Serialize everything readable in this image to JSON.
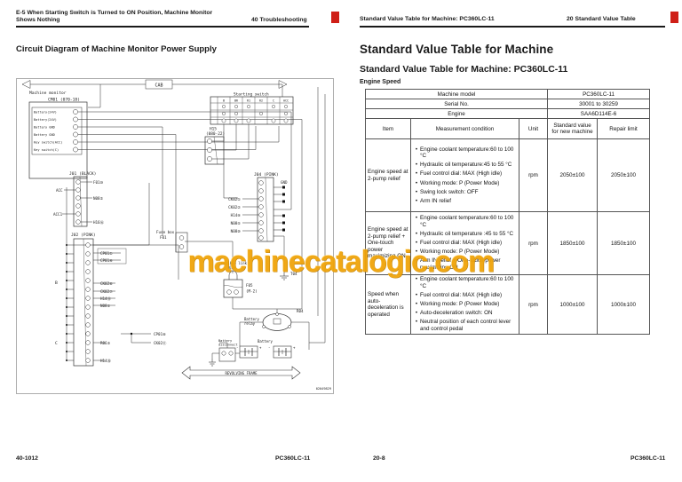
{
  "left_page": {
    "header": {
      "line1": "E-5 When Starting Switch is Turned to ON Position, Machine Monitor",
      "line2": "Shows Nothing",
      "right": "40 Troubleshooting"
    },
    "title": "Circuit Diagram of Machine Monitor Power Supply",
    "footer": {
      "left": "40-1012",
      "right": "PC360LC-11"
    },
    "diagram": {
      "cab": "CAB",
      "machine_monitor": "Machine monitor",
      "cm01": "CM01 (070-18)",
      "cm01_rows": [
        "Battery(24V)",
        "Battery(24V)",
        "Battery GND",
        "Battery GND",
        "Key switch(ACC)",
        "Key switch(C)"
      ],
      "starting_switch": "Starting switch",
      "terminals": [
        "B",
        "BR",
        "R1",
        "R2",
        "C",
        "ACC"
      ],
      "h15": "H15",
      "h15_sub": "(080-22)",
      "j01": "J01 (BLACK)",
      "acc": "ACC",
      "acc1": "ACC1",
      "f01_pin": "F01⑩",
      "n08_2": "N08②",
      "h16_16": "H16⑯",
      "j02": "J02 (PINK)",
      "b": "B",
      "c": "C",
      "cp01_1": "CP01①",
      "cp01_4": "CP01④",
      "ck02_6": "CK02⑥",
      "ck02_7": "CK02⑦",
      "h14_15": "H14⑮",
      "n08_1": "N08①",
      "r06_3": "R06③",
      "cp01_8": "CP01⑧",
      "ck02_11": "CK02⑪",
      "h14_20": "H14⑳",
      "j04": "J04 (PINK)",
      "gnd": "GND",
      "ck02_1": "CK02①",
      "ck02_2": "CK02②",
      "h14_9": "H14⑨",
      "n08_5": "N08⑤",
      "n08_10": "N08⑩",
      "fuse_box": "Fuse box",
      "f01": "F01",
      "fusible_link": "Fusible link",
      "fusible_amp": "65A",
      "f05": "F05",
      "f05_sub": "(M-2)",
      "t04": "T04",
      "r04": "R04",
      "battery_relay_1": "Battery",
      "battery_relay_2": "relay",
      "battery_disc_1": "Battery",
      "battery_disc_2": "disconnect",
      "battery": "Battery",
      "revolving_frame": "REVOLVING FRAME",
      "code": "02049829"
    }
  },
  "right_page": {
    "header": {
      "left": "Standard Value Table for Machine: PC360LC-11",
      "right": "20 Standard Value Table"
    },
    "title": "Standard Value Table for Machine",
    "subtitle": "Standard Value Table for Machine: PC360LC-11",
    "section_label": "Engine Speed",
    "table": {
      "meta_rows": [
        {
          "label": "Machine model",
          "value": "PC360LC-11"
        },
        {
          "label": "Serial No.",
          "value": "30001 to 30259"
        },
        {
          "label": "Engine",
          "value": "SAA6D114E-6"
        }
      ],
      "columns": [
        "Item",
        "Measurement condition",
        "Unit",
        "Standard value for new machine",
        "Repair limit"
      ],
      "rows": [
        {
          "item": "Engine speed at 2-pump relief",
          "conditions": [
            "Engine coolant temperature:60 to 100 °C",
            "Hydraulic oil temperature:45 to 55 °C",
            "Fuel control dial: MAX (High idle)",
            "Working mode: P (Power Mode)",
            "Swing lock switch: OFF",
            "Arm IN relief"
          ],
          "unit": "rpm",
          "standard": "2050±100",
          "repair": "2050±100"
        },
        {
          "item": "Engine speed at 2-pump relief + One-touch power maximizing ON",
          "conditions": [
            "Engine coolant temperature:60 to 100 °C",
            "Hydraulic oil temperature :45 to 55 °C",
            "Fuel control dial: MAX (High idle)",
            "Working mode: P (Power Mode)",
            "Arm IN relief + One-touch power maximizing ON"
          ],
          "unit": "rpm",
          "standard": "1850±100",
          "repair": "1850±100"
        },
        {
          "item": "Speed when auto-deceleration is operated",
          "conditions": [
            "Engine coolant temperature:60 to 100 °C",
            "Fuel control dial: MAX (High idle)",
            "Working mode: P (Power Mode)",
            "Auto-deceleration switch: ON",
            "Neutral position of each control lever and control pedal"
          ],
          "unit": "rpm",
          "standard": "1000±100",
          "repair": "1000±100"
        }
      ]
    },
    "footer": {
      "left": "20-8",
      "right": "PC360LC-11"
    }
  },
  "watermark": {
    "text": "machinecatalogic.com",
    "color": "#f0a40a"
  },
  "accent_red": "#cf1f17"
}
